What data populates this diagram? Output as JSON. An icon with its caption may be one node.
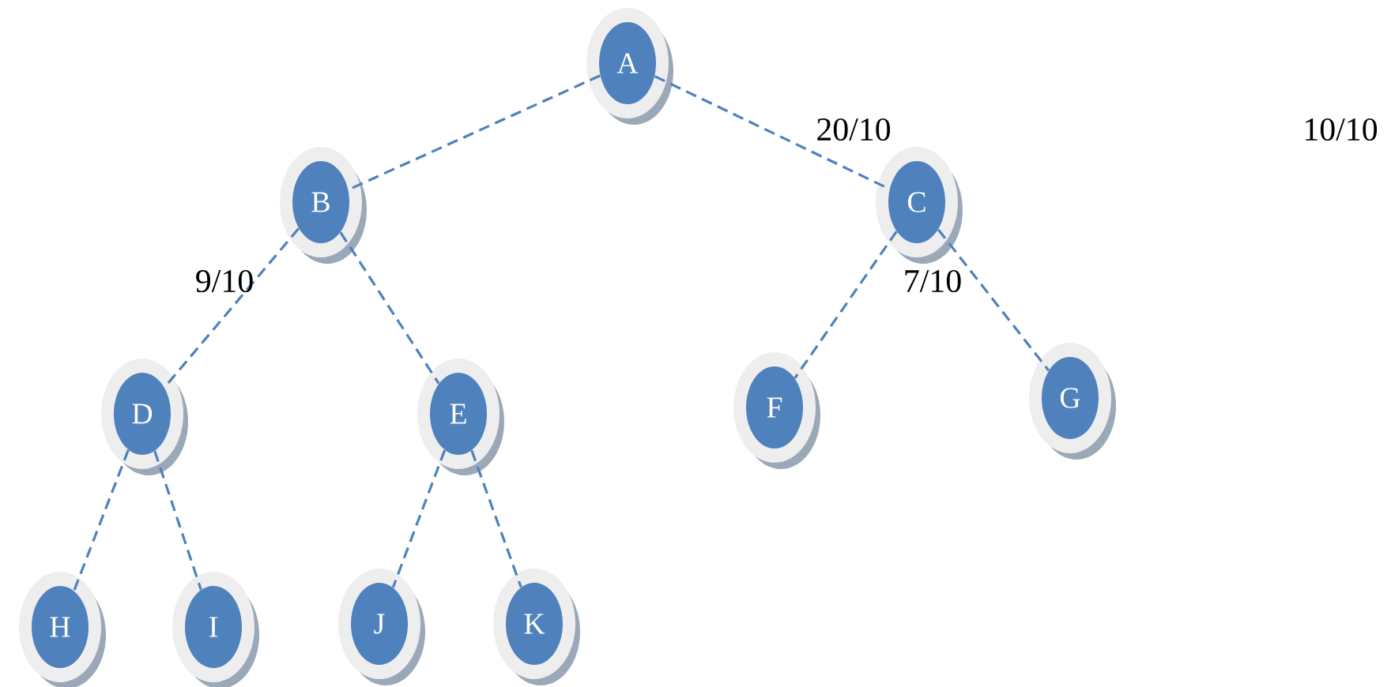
{
  "diagram": {
    "nodes": [
      {
        "text": [
          "A"
        ]
      },
      {
        "text": [
          "B"
        ]
      },
      {
        "text": [
          "C"
        ]
      },
      {
        "text": [
          "D"
        ]
      },
      {
        "text": [
          "E"
        ]
      },
      {
        "text": [
          "F"
        ]
      },
      {
        "text": [
          "G"
        ]
      },
      {
        "text": [
          "H"
        ]
      },
      {
        "text": [
          "I"
        ]
      },
      {
        "text": [
          "J"
        ]
      },
      {
        "text": [
          "K"
        ]
      }
    ],
    "edges": [
      {
        "from": 0,
        "to": 1,
        "arrow": "none",
        "style": "dashed"
      },
      {
        "from": 0,
        "to": 2,
        "arrow": "none",
        "style": "dashed"
      },
      {
        "from": 1,
        "to": 3,
        "arrow": "none",
        "style": "dashed"
      },
      {
        "from": 1,
        "to": 4,
        "arrow": "none",
        "style": "dashed"
      },
      {
        "from": 2,
        "to": 5,
        "arrow": "none",
        "style": "dashed"
      },
      {
        "from": 2,
        "to": 6,
        "arrow": "none",
        "style": "dashed"
      },
      {
        "from": 3,
        "to": 7,
        "arrow": "none",
        "style": "dashed"
      },
      {
        "from": 3,
        "to": 8,
        "arrow": "none",
        "style": "dashed"
      },
      {
        "from": 4,
        "to": 9,
        "arrow": "none",
        "style": "dashed"
      },
      {
        "from": 4,
        "to": 10,
        "arrow": "none",
        "style": "dashed"
      }
    ],
    "labels": [
      "20/10",
      "10/10",
      "9/10",
      "7/10"
    ]
  }
}
